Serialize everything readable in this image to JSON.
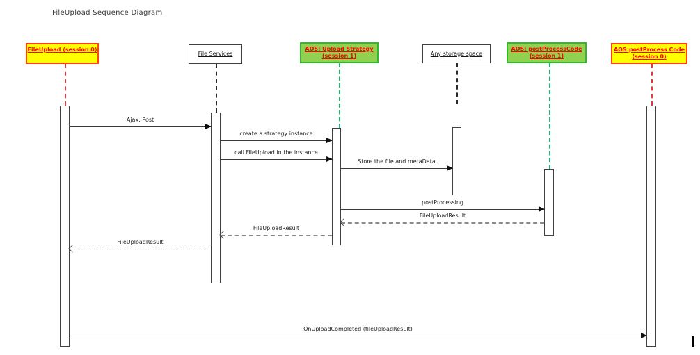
{
  "title": "FileUpload Sequence Diagram",
  "colors": {
    "yellow_fill": "#FFFF00",
    "yellow_border": "#FF4500",
    "green_fill": "#92D050",
    "green_border": "#31B931",
    "red_text": "#FF0000",
    "plain_border": "#404040",
    "lifeline_red": "#E03A3A",
    "lifeline_green": "#21B573",
    "lifeline_black": "#2A2A2A"
  },
  "participants": [
    {
      "id": "fileupload-session0",
      "line1": "FileUpload (session 0)",
      "style": "yellow"
    },
    {
      "id": "file-services",
      "line1": "File Services",
      "style": "plain"
    },
    {
      "id": "aos-upload-strategy-session1",
      "line1": "AOS: Upload Strategy",
      "line2": "(session 1)",
      "style": "green"
    },
    {
      "id": "any-storage-space",
      "line1": "Any storage space",
      "style": "plain"
    },
    {
      "id": "aos-postprocesscode-session1",
      "line1": "AOS: postProcessCode",
      "line2": "(session 1)",
      "style": "green"
    },
    {
      "id": "aos-postprocess-code-session0",
      "line1": "AOS:postProcess Code",
      "line2": "(session 0)",
      "style": "yellow"
    }
  ],
  "messages": [
    {
      "label": "Ajax: Post",
      "type": "solid",
      "from": "FileUpload (session 0)",
      "to": "File Services"
    },
    {
      "label": "create a strategy instance",
      "type": "solid",
      "from": "File Services",
      "to": "AOS: Upload Strategy (session 1)"
    },
    {
      "label": "call FileUpload in the instance",
      "type": "solid",
      "from": "File Services",
      "to": "AOS: Upload Strategy (session 1)"
    },
    {
      "label": "Store the file and metaData",
      "type": "solid",
      "from": "AOS: Upload Strategy (session 1)",
      "to": "Any storage space"
    },
    {
      "label": "postProcessing",
      "type": "solid",
      "from": "AOS: Upload Strategy (session 1)",
      "to": "AOS: postProcessCode (session 1)"
    },
    {
      "label": "FileUploadResult",
      "type": "dashed-return",
      "from": "AOS: postProcessCode (session 1)",
      "to": "AOS: Upload Strategy (session 1)"
    },
    {
      "label": "FileUploadResult",
      "type": "dashed-return",
      "from": "AOS: Upload Strategy (session 1)",
      "to": "File Services"
    },
    {
      "label": "FileUploadResult",
      "type": "dashed-return",
      "from": "File Services",
      "to": "FileUpload (session 0)"
    },
    {
      "label": "OnUploadCompleted (fileUploadResult)",
      "type": "solid",
      "from": "FileUpload (session 0)",
      "to": "AOS:postProcess Code (session 0)"
    }
  ]
}
